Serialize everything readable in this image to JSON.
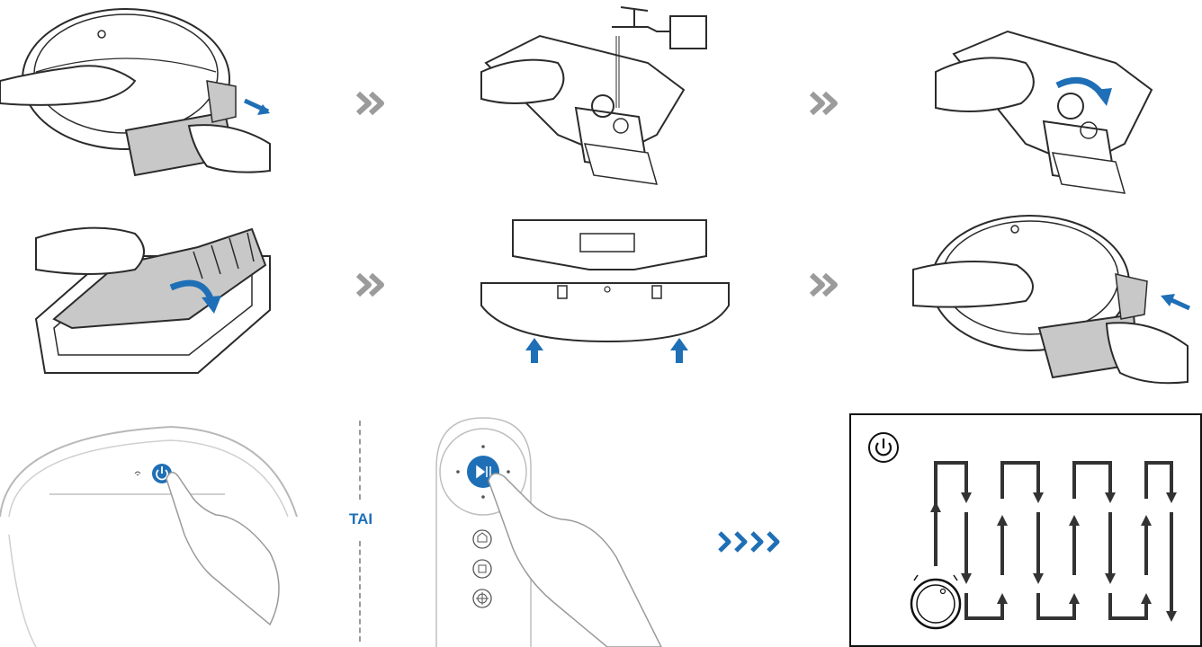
{
  "separator": {
    "label": "TAI"
  },
  "colors": {
    "accent": "#1f6fb6",
    "line": "#2b2b2b",
    "tray": "#c8c8c8",
    "arrow": "#1f6fb6"
  },
  "steps": [
    {
      "id": "remove-water-tank",
      "icon": "robot-remove-tank"
    },
    {
      "id": "fill-water",
      "icon": "faucet-fill-tank"
    },
    {
      "id": "close-cap",
      "icon": "close-tank-cap"
    },
    {
      "id": "attach-mop-pad",
      "icon": "mop-pad-attach"
    },
    {
      "id": "fit-mop-plate",
      "icon": "mop-plate-fit"
    },
    {
      "id": "insert-water-tank",
      "icon": "robot-insert-tank"
    },
    {
      "id": "press-power-button",
      "icon": "power-button-icon"
    },
    {
      "id": "press-remote-play",
      "icon": "remote-play-pause-icon"
    },
    {
      "id": "cleaning-path",
      "icon": "zigzag-path-diagram"
    }
  ]
}
